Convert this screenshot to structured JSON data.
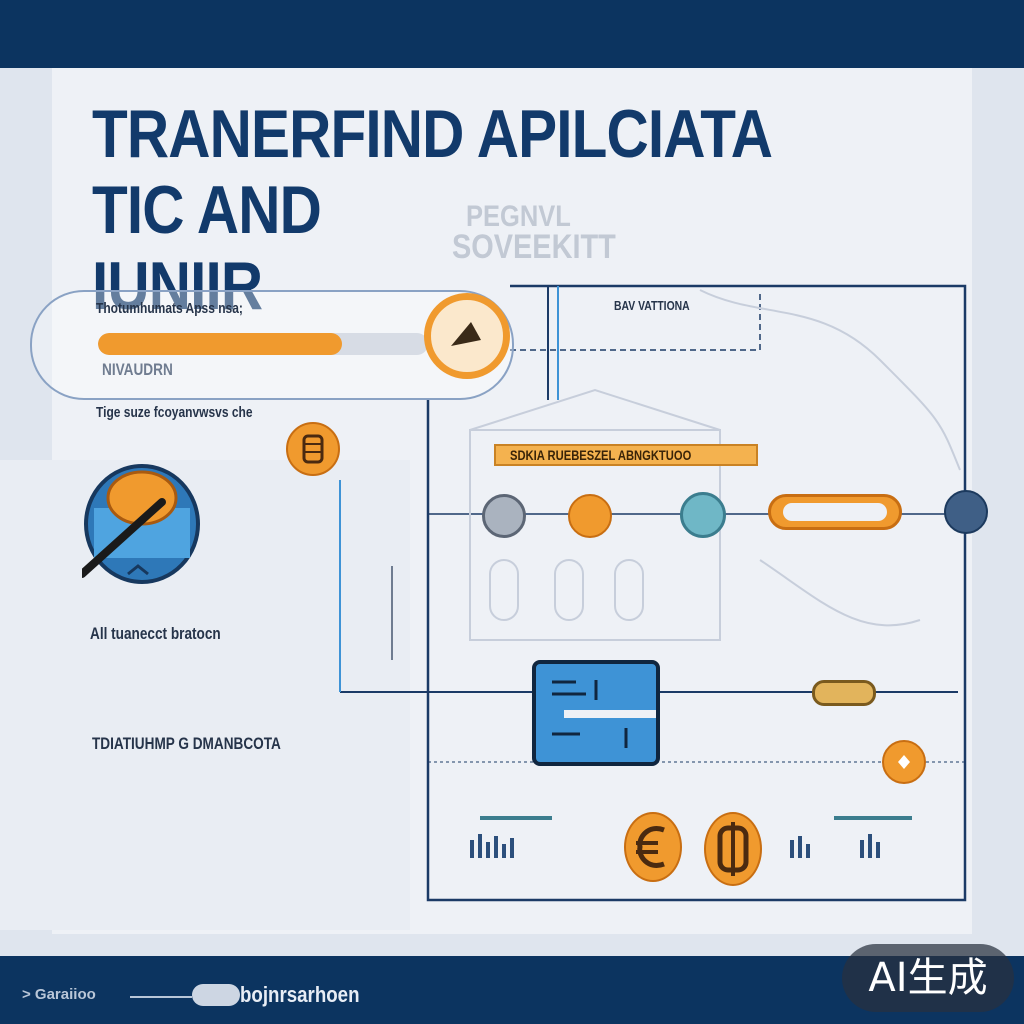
{
  "header": {
    "title_line1": "TRANERFIND  APILCIATA TIC AND",
    "title_line2": "IUNIIR",
    "bg_word1": "PEGNVL",
    "bg_word2": "SOVEEKITT"
  },
  "search": {
    "label": "Thotumhumats Apss nsa;",
    "sublabel": "NIVAUDRN",
    "progress": 0.74
  },
  "labels": {
    "bav_vattiona": "BAV VATTIONA",
    "tige_label": "Tige suze fcoyanvwsvs che",
    "tool_label": "All tuanecct bratocn",
    "bottom_section": "TDIATIUHMP G DMANBCOTA",
    "banner": "SDKIA RUEBESZEL ABNGKTUOO",
    "footer_small": "> Garaiioo",
    "footer_brand": "bojnrsarhoen",
    "watermark": "AI生成"
  },
  "colors": {
    "navy": "#0c3460",
    "orange": "#f09a2e",
    "title": "#123a6b",
    "blue": "#3e93d6"
  },
  "icons": [
    "magnifier-icon",
    "wrench-icon",
    "chain-icon",
    "monitor-icon",
    "chip-icon",
    "euro-icon",
    "dollar-icon",
    "play-icon",
    "node-icon"
  ]
}
